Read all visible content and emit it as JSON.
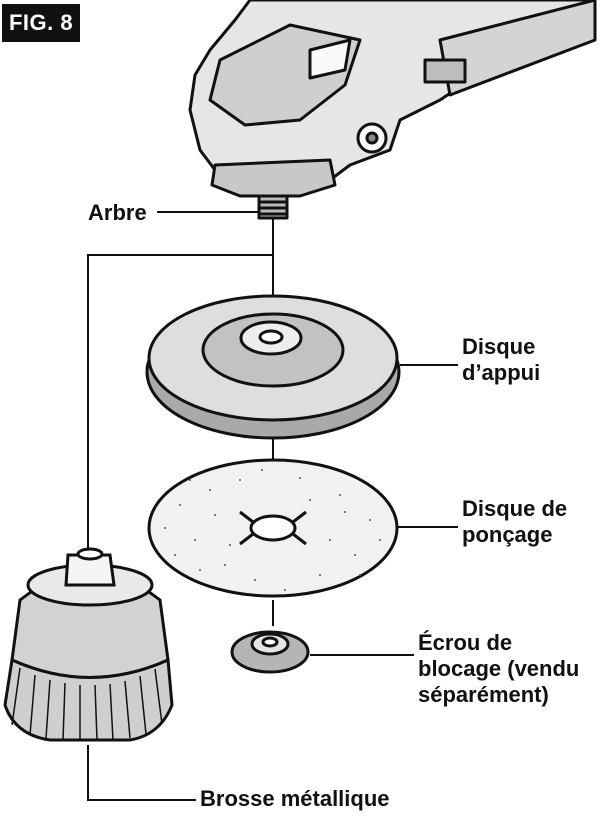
{
  "figure": {
    "badge": "FIG. 8"
  },
  "labels": {
    "arbre": "Arbre",
    "disque_appui": [
      "Disque",
      "d’appui"
    ],
    "disque_poncage": [
      "Disque de",
      "ponçage"
    ],
    "ecrou": [
      "Écrou de",
      "blocage (vendu",
      "séparément)"
    ],
    "brosse": "Brosse métallique"
  },
  "colors": {
    "ink": "#111111",
    "light_gray": "#d9d9d9",
    "mid_gray": "#b8b8b8",
    "paper": "#ffffff"
  }
}
